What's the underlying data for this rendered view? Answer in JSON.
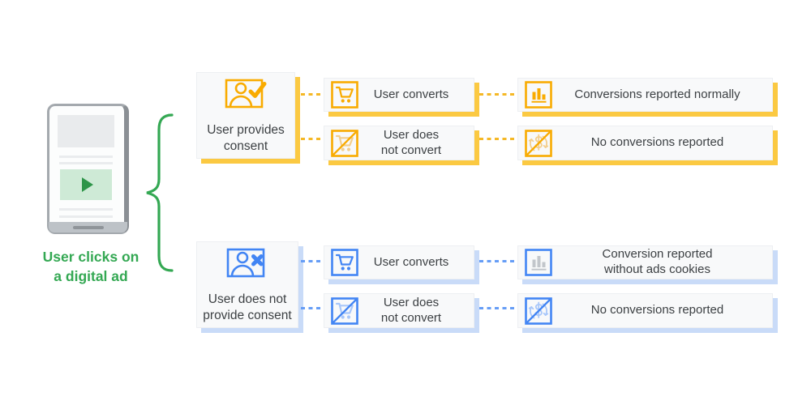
{
  "colors": {
    "yellow": "#F9AB00",
    "yellow_faded": "#F3CE8C",
    "yellow_shadow": "#FBC942",
    "blue": "#4285F4",
    "blue_faded": "#A8C7FA",
    "blue_shadow": "#C9DBF8",
    "green": "#34A853",
    "gray_bars": "#C2C6CB",
    "box_background": "#F8F9FA",
    "text": "#3C4043"
  },
  "icons": {
    "consent_yes": "person-with-checkmark",
    "consent_no": "person-with-x",
    "converts": "shopping-cart",
    "not_convert": "shopping-cart-crossed",
    "reported": "bar-chart",
    "not_reported": "currency-sync-crossed"
  },
  "device": {
    "caption_line1": "User clicks on",
    "caption_line2": "a digital ad"
  },
  "consented_branch": {
    "consent_label_line1": "User provides",
    "consent_label_line2": "consent",
    "convert_label": "User converts",
    "no_convert_label_line1": "User does",
    "no_convert_label_line2": "not convert",
    "convert_outcome": "Conversions reported normally",
    "no_convert_outcome": "No conversions reported"
  },
  "unconsented_branch": {
    "consent_label_line1": "User does not",
    "consent_label_line2": "provide consent",
    "convert_label": "User converts",
    "no_convert_label_line1": "User does",
    "no_convert_label_line2": "not convert",
    "convert_outcome_line1": "Conversion reported",
    "convert_outcome_line2": "without ads cookies",
    "no_convert_outcome": "No conversions reported"
  }
}
